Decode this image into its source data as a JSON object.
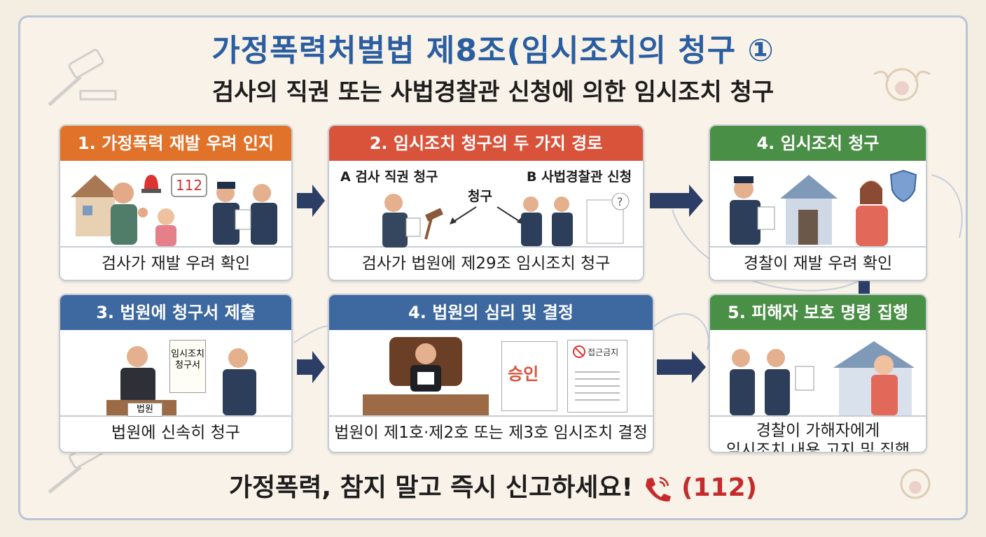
{
  "title": "가정폭력처벌법 제8조(임시조치의 청구 ①",
  "subtitle": "검사의 직권 또는 사법경찰관 신청에 의한 임시조치 청구",
  "cards": [
    {
      "header": "1. 가정폭력 재발 우려 인지",
      "caption": "검사가 재발 우려 확인",
      "illus_text": "112",
      "color": "#e0722a"
    },
    {
      "header": "2. 임시조치 청구의 두 가지 경로",
      "caption": "검사가 법원에 제29조 임시조치 청구",
      "route_a": "A 검사 직권 청구",
      "route_b": "B 사법경찰관 신청",
      "center": "청구",
      "color": "#d9533b"
    },
    {
      "header": "4. 임시조치 청구",
      "caption": "경찰이 재발 우려 확인",
      "color": "#4a8f46"
    },
    {
      "header": "3. 법원에 청구서 제출",
      "caption": "법원에 신속히 청구",
      "doc_text": "임시조치 청구서",
      "desk_text": "법원",
      "color": "#3d68a0"
    },
    {
      "header": "4. 법원의 심리 및 결정",
      "caption": "법원이 제1호·제2호 또는 제3호 임시조치 결정",
      "stamp_text": "승인",
      "doc_title": "접근금지",
      "color": "#3d68a0"
    },
    {
      "header": "5. 피해자 보호 명령 집행",
      "caption_line1": "경찰이 가해자에게",
      "caption_line2": "임시조치 내용 고지 및 집행",
      "color": "#4a8f46"
    }
  ],
  "footer": {
    "text": "가정폭력, 참지 말고 즉시 신고하세요!",
    "number": "(112)"
  }
}
